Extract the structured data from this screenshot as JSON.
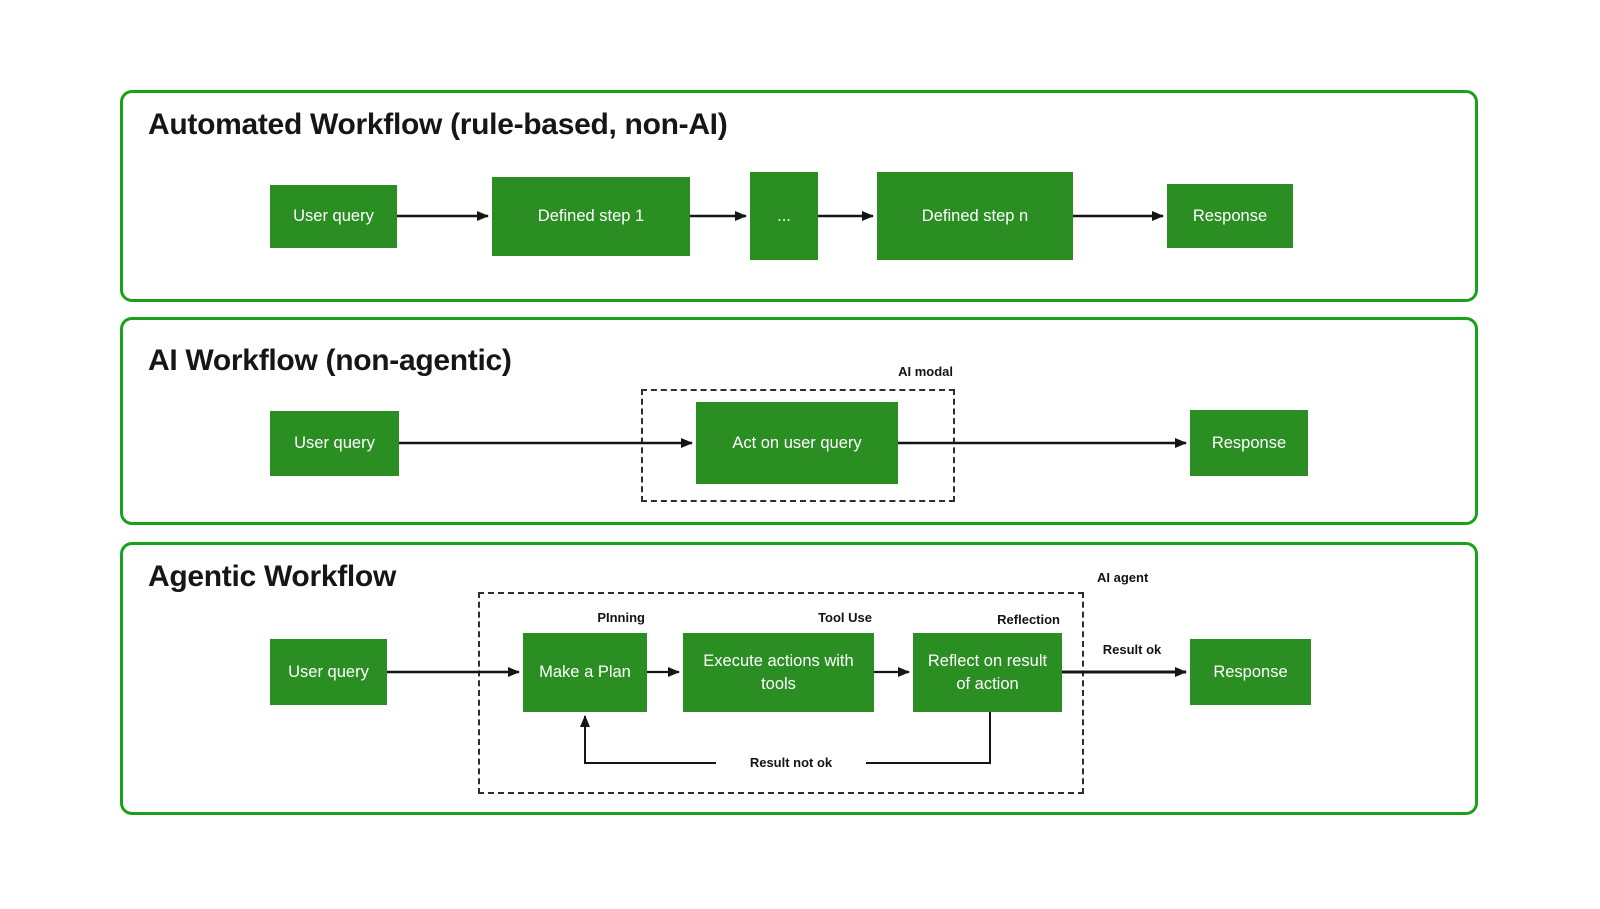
{
  "colors": {
    "panel_border": "#1aa11a",
    "box_fill": "#2b8e22",
    "box_text": "#ffffff",
    "title_text": "#161616",
    "label_text": "#141414",
    "arrow": "#151515"
  },
  "panels": [
    {
      "title": "Automated Workflow (rule-based, non-AI)",
      "nodes": {
        "user_query": "User query",
        "step1": "Defined step 1",
        "ellipsis": "...",
        "stepn": "Defined step n",
        "response": "Response"
      }
    },
    {
      "title": "AI Workflow (non-agentic)",
      "group_label": "AI modal",
      "nodes": {
        "user_query": "User query",
        "act": "Act on user query",
        "response": "Response"
      }
    },
    {
      "title": "Agentic Workflow",
      "group_label": "AI agent",
      "nodes": {
        "user_query": "User query",
        "plan": "Make a Plan",
        "execute": "Execute actions with tools",
        "reflect": "Reflect on result of action",
        "response": "Response"
      },
      "step_labels": {
        "plan": "PInning",
        "execute": "Tool Use",
        "reflect": "Reflection"
      },
      "edge_labels": {
        "ok": "Result ok",
        "not_ok": "Result not ok"
      }
    }
  ]
}
